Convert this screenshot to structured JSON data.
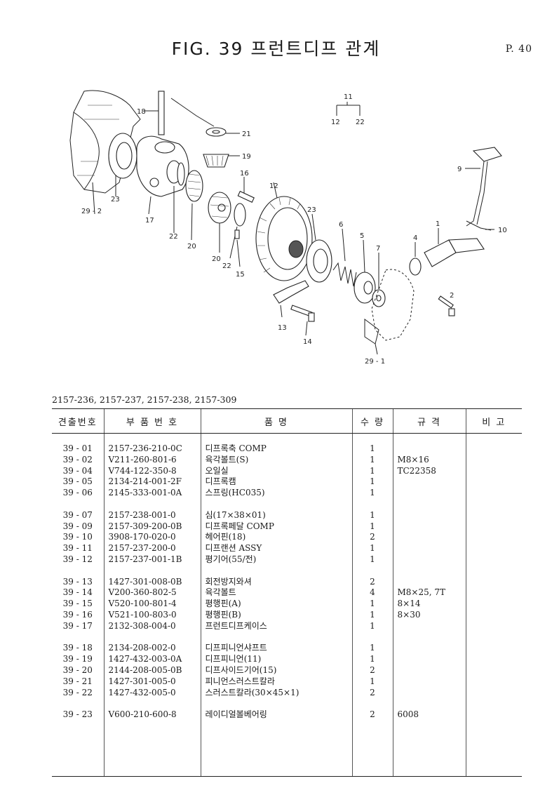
{
  "header": {
    "title": "FIG. 39  프런트디프 관계",
    "page": "P. 40"
  },
  "diagram": {
    "labels": {
      "l18": "18",
      "l21": "21",
      "l19": "19",
      "l16": "16",
      "l12": "12",
      "l11": "11",
      "l12b": "12",
      "l22b": "22",
      "l9": "9",
      "l10": "10",
      "l1": "1",
      "l4": "4",
      "l5": "5",
      "l6": "6",
      "l7": "7",
      "l23a": "23",
      "l23b": "23",
      "l17": "17",
      "l22a": "22",
      "l20a": "20",
      "l20b": "20",
      "l22c": "22",
      "l15": "15",
      "l13": "13",
      "l14": "14",
      "l2": "2",
      "l29_2": "29 - 2",
      "l29_1": "29 - 1"
    }
  },
  "models": "2157-236, 2157-237, 2157-238, 2157-309",
  "table": {
    "headers": {
      "no": "견출번호",
      "part": "부  품  번  호",
      "name": "품              명",
      "qty": "수 량",
      "spec": "규      격",
      "note": "비  고"
    },
    "rows": [
      {
        "no": "39 - 01",
        "part": "2157-236-210-0C",
        "name": "디프록축 COMP",
        "qty": "1",
        "spec": ""
      },
      {
        "no": "39 - 02",
        "part": "V211-260-801-6",
        "name": "육각볼트(S)",
        "qty": "1",
        "spec": "M8×16"
      },
      {
        "no": "39 - 04",
        "part": "V744-122-350-8",
        "name": "오일실",
        "qty": "1",
        "spec": "TC22358"
      },
      {
        "no": "39 - 05",
        "part": "2134-214-001-2F",
        "name": "디프록캠",
        "qty": "1",
        "spec": ""
      },
      {
        "no": "39 - 06",
        "part": "2145-333-001-0A",
        "name": "스프링(HC035)",
        "qty": "1",
        "spec": ""
      },
      {
        "no": "39 - 07",
        "part": "2157-238-001-0",
        "name": "심(17×38×01)",
        "qty": "1",
        "spec": ""
      },
      {
        "no": "39 - 09",
        "part": "2157-309-200-0B",
        "name": "디프록페달 COMP",
        "qty": "1",
        "spec": ""
      },
      {
        "no": "39 - 10",
        "part": "3908-170-020-0",
        "name": "헤어핀(18)",
        "qty": "2",
        "spec": ""
      },
      {
        "no": "39 - 11",
        "part": "2157-237-200-0",
        "name": "디프랜션 ASSY",
        "qty": "1",
        "spec": ""
      },
      {
        "no": "39 - 12",
        "part": "2157-237-001-1B",
        "name": "평기어(55/전)",
        "qty": "1",
        "spec": ""
      },
      {
        "no": "39 - 13",
        "part": "1427-301-008-0B",
        "name": "회전방지와셔",
        "qty": "2",
        "spec": ""
      },
      {
        "no": "39 - 14",
        "part": "V200-360-802-5",
        "name": "육각볼트",
        "qty": "4",
        "spec": "M8×25, 7T"
      },
      {
        "no": "39 - 15",
        "part": "V520-100-801-4",
        "name": "평행핀(A)",
        "qty": "1",
        "spec": "8×14"
      },
      {
        "no": "39 - 16",
        "part": "V521-100-803-0",
        "name": "평행핀(B)",
        "qty": "1",
        "spec": "8×30"
      },
      {
        "no": "39 - 17",
        "part": "2132-308-004-0",
        "name": "프런트디프케이스",
        "qty": "1",
        "spec": ""
      },
      {
        "no": "39 - 18",
        "part": "2134-208-002-0",
        "name": "디프피니언샤프트",
        "qty": "1",
        "spec": ""
      },
      {
        "no": "39 - 19",
        "part": "1427-432-003-0A",
        "name": "디프피니언(11)",
        "qty": "1",
        "spec": ""
      },
      {
        "no": "39 - 20",
        "part": "2144-208-005-0B",
        "name": "디프사이드기어(15)",
        "qty": "2",
        "spec": ""
      },
      {
        "no": "39 - 21",
        "part": "1427-301-005-0",
        "name": "피니언스러스트칼라",
        "qty": "1",
        "spec": ""
      },
      {
        "no": "39 - 22",
        "part": "1427-432-005-0",
        "name": "스러스트칼라(30×45×1)",
        "qty": "2",
        "spec": ""
      },
      {
        "no": "39 - 23",
        "part": "V600-210-600-8",
        "name": "레이디얼볼베어링",
        "qty": "2",
        "spec": "6008"
      }
    ]
  }
}
